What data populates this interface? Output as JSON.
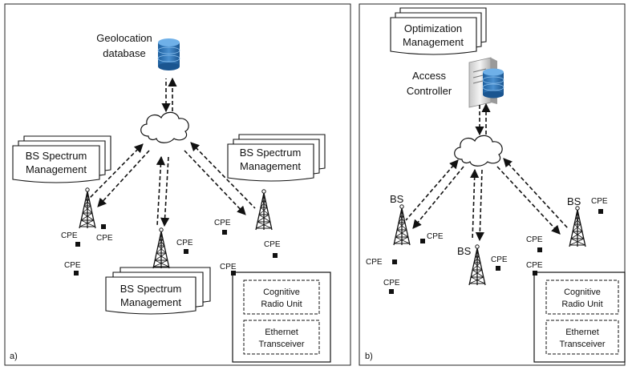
{
  "panel_a": {
    "label": "a)",
    "geolocation_label_line1": "Geolocation",
    "geolocation_label_line2": "database",
    "bs_mgmt_left_line1": "BS Spectrum",
    "bs_mgmt_left_line2": "Management",
    "bs_mgmt_right_line1": "BS Spectrum",
    "bs_mgmt_right_line2": "Management",
    "bs_mgmt_bottom_line1": "BS Spectrum",
    "bs_mgmt_bottom_line2": "Management",
    "cpe_labels": [
      "CPE",
      "CPE",
      "CPE",
      "CPE",
      "CPE",
      "CPE"
    ],
    "cpe_device_label": "CPE",
    "radio_unit_line1": "Cognitive",
    "radio_unit_line2": "Radio Unit",
    "ethernet_line1": "Ethernet",
    "ethernet_line2": "Transceiver"
  },
  "panel_b": {
    "label": "b)",
    "optimization_line1": "Optimization",
    "optimization_line2": "Management",
    "access_controller_line1": "Access",
    "access_controller_line2": "Controller",
    "bs_labels": [
      "BS",
      "BS",
      "BS"
    ],
    "cpe_labels": [
      "CPE",
      "CPE",
      "CPE",
      "CPE",
      "CPE",
      "CPE"
    ],
    "cpe_device_label": "CPE",
    "radio_unit_line1": "Cognitive",
    "radio_unit_line2": "Radio Unit",
    "ethernet_line1": "Ethernet",
    "ethernet_line2": "Transceiver"
  }
}
